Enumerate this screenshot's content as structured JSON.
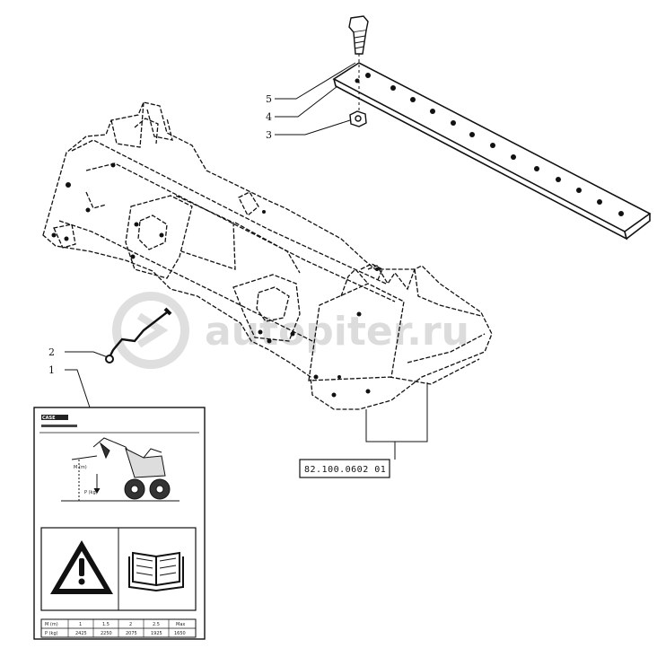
{
  "callouts": {
    "c1": "1",
    "c2": "2",
    "c3": "3",
    "c4": "4",
    "c5": "5"
  },
  "reference_box": "82.100.0602 01",
  "watermark": "autopiter.ru",
  "decal": {
    "brand": "CASE",
    "label_m": "M (m)",
    "label_p": "P (kg)",
    "table": {
      "row1": [
        "M (m)",
        "1",
        "1.5",
        "2",
        "2.5",
        "Max"
      ],
      "row2": [
        "P (kg)",
        "2425",
        "2250",
        "2075",
        "1925",
        "1650"
      ]
    }
  }
}
